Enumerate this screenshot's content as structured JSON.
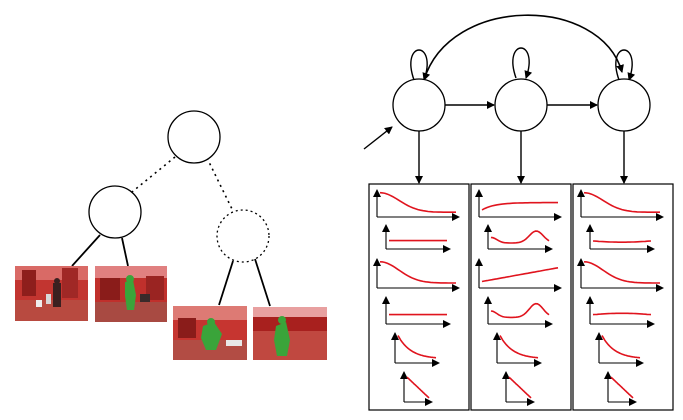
{
  "colors": {
    "ink": "#000000",
    "curve": "#e0141e",
    "photo_red": "#c8282a",
    "photo_green": "#3aa43a",
    "background": "#ffffff"
  },
  "tree": {
    "root_node": "solid",
    "left_child": "solid",
    "right_child": "dashed",
    "edges_to_children": "dotted",
    "edges_to_leaves": "solid",
    "leaf_images": [
      "red-scene-person",
      "red-scene-green-figure",
      "red-scene-green-figure-bench",
      "red-scene-green-figure-lawn"
    ]
  },
  "hmm": {
    "states": 3,
    "self_loops": true,
    "skip_transition": "state1-to-state3",
    "entry_arrow": true
  },
  "emission_columns": [
    {
      "plots": [
        "decay",
        "flat",
        "decay",
        "flat",
        "decay-small",
        "linear-down"
      ]
    },
    {
      "plots": [
        "rise-flat",
        "bump",
        "rise-slow",
        "bump",
        "decay-small",
        "linear-down"
      ]
    },
    {
      "plots": [
        "decay",
        "flat-dip",
        "decay",
        "flat-bump",
        "decay-small",
        "linear-down"
      ]
    }
  ]
}
